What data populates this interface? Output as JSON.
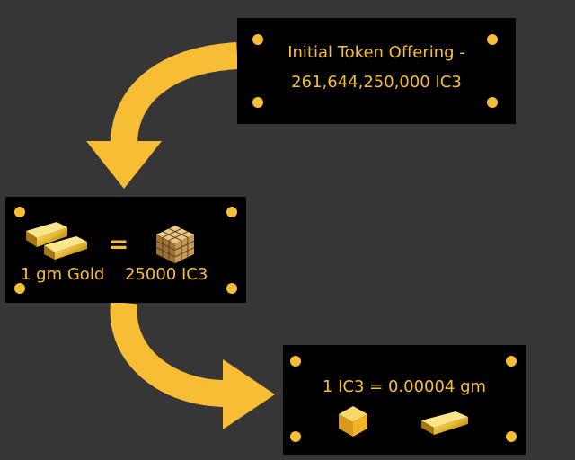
{
  "colors": {
    "background": "#363636",
    "panel": "#000000",
    "accent": "#f7bd35"
  },
  "offering": {
    "line1": "Initial Token Offering -",
    "line2": "261,644,250,000 IC3"
  },
  "equivalence": {
    "equals": "=",
    "gold_label": "1 gm Gold",
    "token_label": "25000 IC3",
    "gold_icon": "gold-bars-icon",
    "token_icon": "token-cube-stack-icon"
  },
  "conversion": {
    "rate": "1 IC3 = 0.00004 gm",
    "token_icon": "token-cube-icon",
    "gold_icon": "gold-bar-icon"
  }
}
